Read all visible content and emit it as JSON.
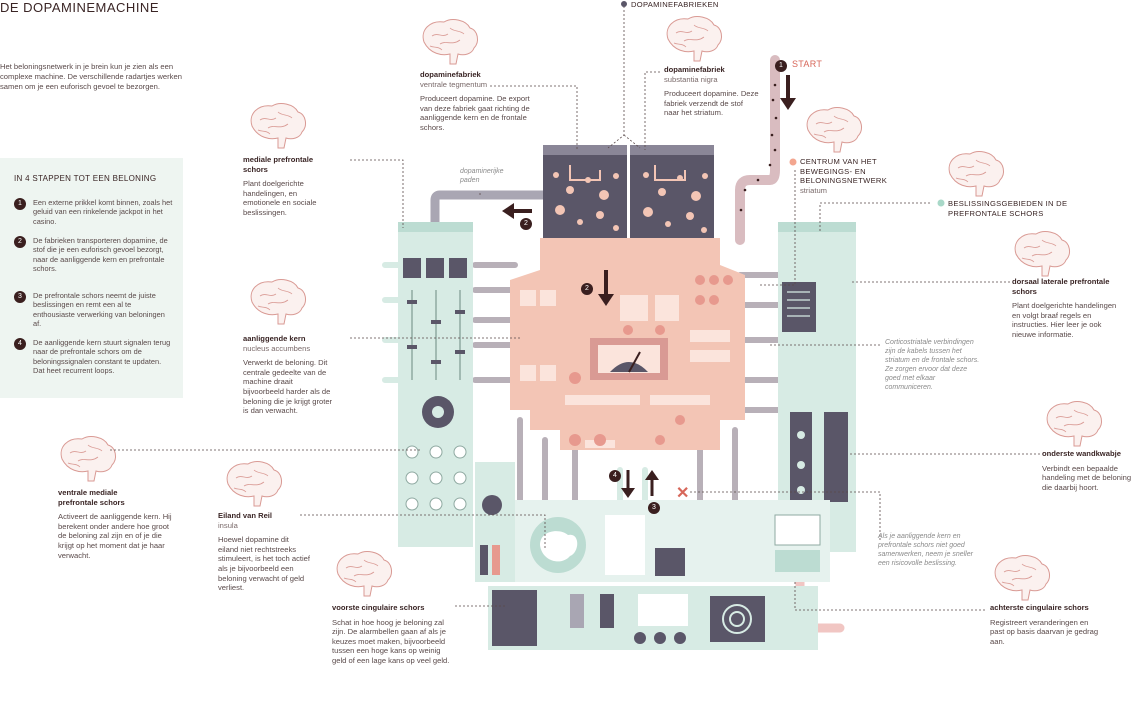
{
  "title": "DE DOPAMINEMACHINE",
  "intro": "Het beloningsnetwerk in je brein kun je zien als een complexe machine. De verschillende radartjes werken samen om je een euforisch gevoel te bezorgen.",
  "steps": {
    "heading": "IN 4 STAPPEN TOT EEN BELONING",
    "items": [
      {
        "num": "1",
        "text": "Een externe prikkel komt binnen, zoals het geluid van een rinkelende jackpot in het casino."
      },
      {
        "num": "2",
        "text": "De fabrieken transporteren dopamine, de stof die je een euforisch gevoel bezorgt, naar de aanliggende kern en prefrontale schors."
      },
      {
        "num": "3",
        "text": "De prefrontale schors neemt de juiste beslissingen en remt een al te enthousiaste verwerking van beloningen af."
      },
      {
        "num": "4",
        "text": "De aanliggende kern stuurt signalen terug naar de prefrontale schors om de beloningssignalen constant te updaten. Dat heet recurrent loops."
      }
    ]
  },
  "callouts": {
    "factories": "DOPAMINEFABRIEKEN",
    "start": "START",
    "center": "CENTRUM VAN HET BEWEGINGS- EN BELONINGSNETWERK",
    "center_sub": "striatum",
    "decision": "BESLISSINGSGEBIEDEN IN DE PREFRONTALE SCHORS"
  },
  "regions": {
    "vta": {
      "name": "dopaminefabriek",
      "sub": "ventrale tegmentum",
      "text": "Produceert dopamine. De export van deze fabriek gaat richting de aanliggende kern en de frontale schors."
    },
    "sn": {
      "name": "dopaminefabriek",
      "sub": "substantia nigra",
      "text": "Produceert dopamine. Deze fabriek verzendt de stof naar het striatum."
    },
    "mpfc": {
      "name": "mediale prefrontale schors",
      "text": "Plant doelgerichte handelingen, en emotionele en sociale beslissingen."
    },
    "nacc": {
      "name": "aanliggende kern",
      "sub": "nucleus accumbens",
      "text": "Verwerkt de beloning. Dit centrale gedeelte van de machine draait bijvoorbeeld harder als de beloning die je krijgt groter is dan verwacht."
    },
    "vmpfc": {
      "name": "ventrale mediale prefrontale schors",
      "text": "Activeert de aanliggende kern. Hij berekent onder andere hoe groot de beloning zal zijn en of je die krijgt op het moment dat je haar verwacht."
    },
    "insula": {
      "name": "Eiland van Reil",
      "sub": "insula",
      "text": "Hoewel dopamine dit eiland niet rechtstreeks stimuleert, is het toch actief als je bijvoorbeeld een beloning verwacht of geld verliest."
    },
    "acc": {
      "name": "voorste cingulaire schors",
      "text": "Schat in hoe hoog je beloning zal zijn. De alarmbellen gaan af als je keuzes moet maken, bijvoorbeeld tussen een hoge kans op weinig geld of een lage kans op veel geld."
    },
    "dlpfc": {
      "name": "dorsaal laterale prefrontale schors",
      "text": "Plant doelgerichte handelingen en volgt braaf regels en instructies. Hier leer je ook nieuwe informatie."
    },
    "ipl": {
      "name": "onderste wandkwabje",
      "text": "Verbindt een bepaalde handeling met de beloning die daarbij hoort."
    },
    "pcc": {
      "name": "achterste cingulaire schors",
      "text": "Registreert veranderingen en past op basis daarvan je gedrag aan."
    }
  },
  "notes": {
    "paths": "dopaminerijke paden",
    "corticostriatal": "Corticostriatale verbindingen zijn de kabels tussen het striatum en de frontale schors. Ze zorgen ervoor dat deze goed met elkaar communiceren.",
    "risk": "Als je aanliggende kern en prefrontale schors niet goed samenwerken, neem je sneller een risicovolle beslissing."
  },
  "markers": {
    "m1": "1",
    "m2a": "2",
    "m2b": "2",
    "m3": "3",
    "m4": "4",
    "fail": "✕"
  },
  "colors": {
    "dark": "#5a5668",
    "pink": "#f3c5b5",
    "mint": "#d7ebe4",
    "deep": "#3a1f1f",
    "accent": "#d7675a"
  }
}
